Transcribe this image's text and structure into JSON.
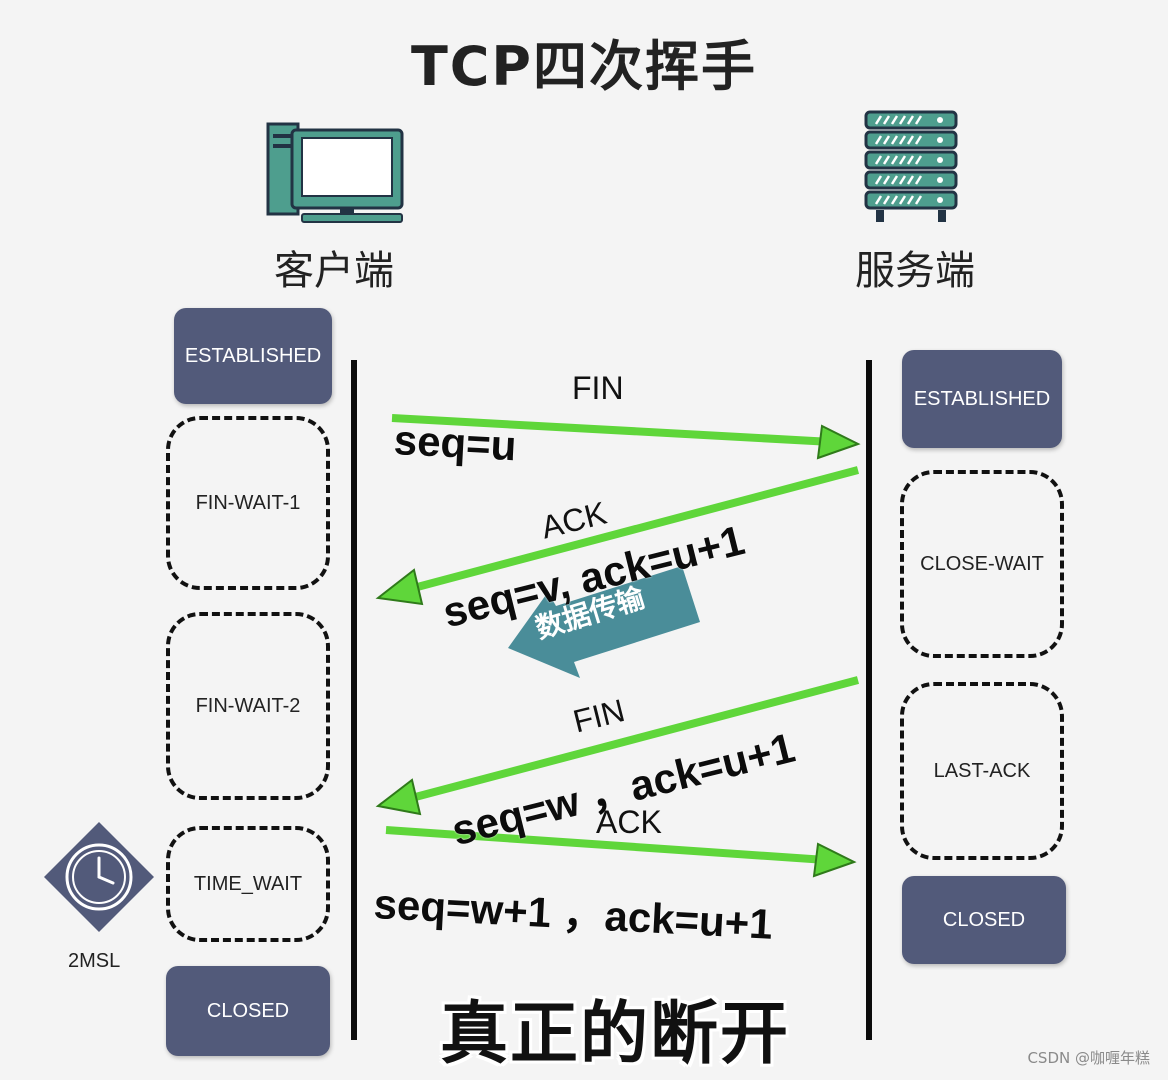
{
  "title": "TCP四次挥手",
  "client": {
    "label": "客户端",
    "states": [
      "ESTABLISHED",
      "FIN-WAIT-1",
      "FIN-WAIT-2",
      "TIME_WAIT",
      "CLOSED"
    ]
  },
  "server": {
    "label": "服务端",
    "states": [
      "ESTABLISHED",
      "CLOSE-WAIT",
      "LAST-ACK",
      "CLOSED"
    ]
  },
  "messages": [
    {
      "flag": "FIN",
      "seq_text": "seq=u",
      "direction": "client-to-server"
    },
    {
      "flag": "ACK",
      "seq_text": "seq=v, ack=u+1",
      "direction": "server-to-client"
    },
    {
      "flag": "FIN",
      "seq_text": "seq=w ，ack=u+1",
      "direction": "server-to-client"
    },
    {
      "flag": "ACK",
      "seq_text": "seq=w+1 ，ack=u+1",
      "direction": "client-to-server"
    }
  ],
  "data_transfer_label": "数据传输",
  "timer_label": "2MSL",
  "caption": "真正的断开",
  "watermark": "CSDN @咖喱年糕",
  "colors": {
    "arrow": "#5fd63a",
    "state_fill": "#525a7a",
    "icon_teal": "#4e9e8e",
    "transfer_arrow": "#4a8d99",
    "timer_diamond": "#525a7a"
  },
  "icons": {
    "client": "computer-icon",
    "server": "server-rack-icon",
    "timer": "clock-icon"
  }
}
